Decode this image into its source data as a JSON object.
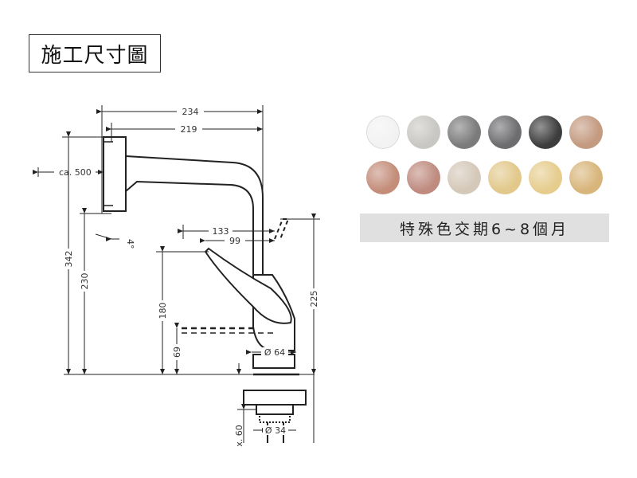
{
  "title": "施工尺寸圖",
  "dimensions": {
    "d234": "234",
    "d219": "219",
    "d500": "ca. 500",
    "d4": "4°",
    "d133": "133",
    "d99": "99",
    "d342": "342",
    "d230": "230",
    "d180": "180",
    "d69": "69",
    "d64": "Ø 64",
    "d225": "225",
    "d60": "x. 60",
    "d34": "Ø 34"
  },
  "colors": [
    {
      "hex": "#f2f2f2",
      "name": "chrome"
    },
    {
      "hex": "#c9c7c3",
      "name": "brushed-nickel"
    },
    {
      "hex": "#7b7b7b",
      "name": "grey"
    },
    {
      "hex": "#6d6d70",
      "name": "dark-grey"
    },
    {
      "hex": "#3d3d3d",
      "name": "black-chrome"
    },
    {
      "hex": "#c49a80",
      "name": "bronze"
    },
    {
      "hex": "#c48d7a",
      "name": "red-gold"
    },
    {
      "hex": "#bf8b7f",
      "name": "rose-gold"
    },
    {
      "hex": "#d4c8b8",
      "name": "champagne"
    },
    {
      "hex": "#e2c88a",
      "name": "polished-gold"
    },
    {
      "hex": "#e6cc8d",
      "name": "gold"
    },
    {
      "hex": "#d8b57a",
      "name": "brushed-gold"
    }
  ],
  "notice": "特殊色交期6~8個月"
}
